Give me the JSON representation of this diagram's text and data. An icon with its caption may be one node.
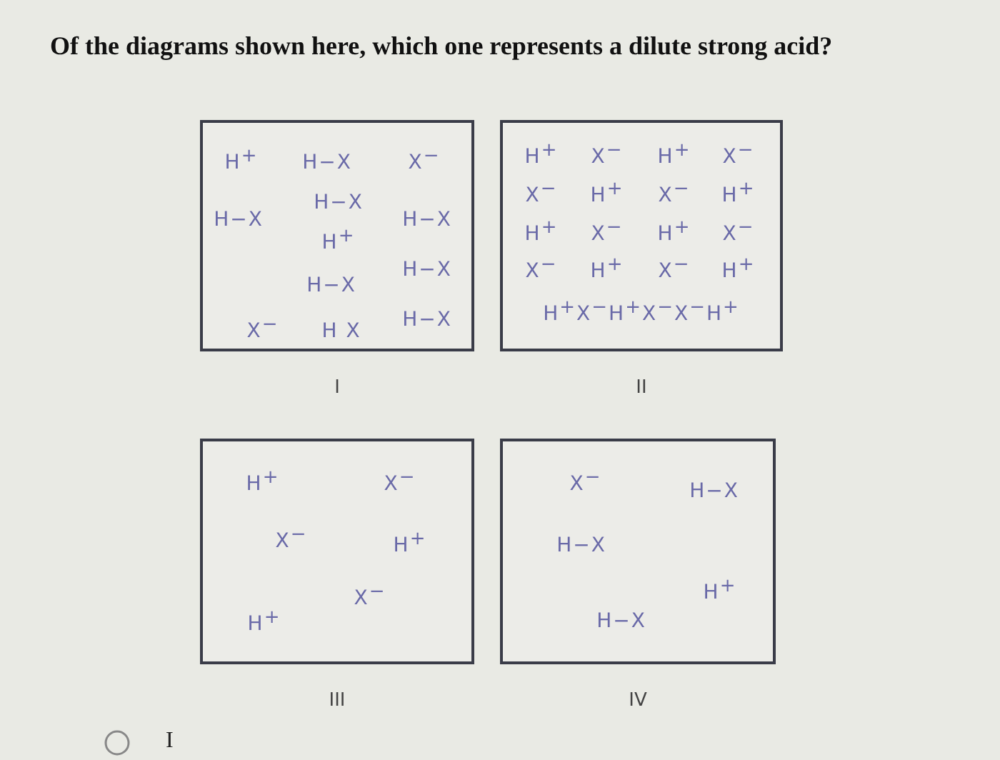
{
  "diagram": {
    "title": "Of the diagrams shown here, which one represents a dilute strong acid?",
    "nodes": [
      {
        "text": [
          "H$^{+}$",
          "H−X",
          "X$^{−}$",
          "H−X",
          "H−X",
          "H−X",
          "H$^{+}$",
          "H−X",
          "H−X",
          "X$^{−}$",
          "H X",
          "H−X"
        ],
        "beside": [
          "I"
        ]
      },
      {
        "text": [
          "H$^{+}$",
          "X$^{−}$",
          "H$^{+}$",
          "X$^{−}$",
          "X$^{−}$",
          "H$^{+}$",
          "X$^{−}$",
          "H$^{+}$",
          "H$^{+}$",
          "X$^{−}$",
          "H$^{+}$",
          "X$^{−}$",
          "X$^{−}$",
          "H$^{+}$",
          "X$^{−}$",
          "H$^{+}$",
          "H$^{+}$X$^{−}$H$^{+}$X$^{−}$X$^{−}$H$^{+}$"
        ],
        "beside": [
          "II"
        ]
      },
      {
        "text": [
          "H$^{+}$",
          "X$^{−}$",
          "X$^{−}$",
          "H$^{+}$",
          "X$^{−}$",
          "H$^{+}$"
        ],
        "beside": [
          "III"
        ]
      },
      {
        "text": [
          "X$^{−}$",
          "H−X",
          "H−X",
          "H$^{+}$",
          "H−X"
        ],
        "beside": [
          "IV"
        ]
      }
    ],
    "labels": [
      "I"
    ]
  }
}
